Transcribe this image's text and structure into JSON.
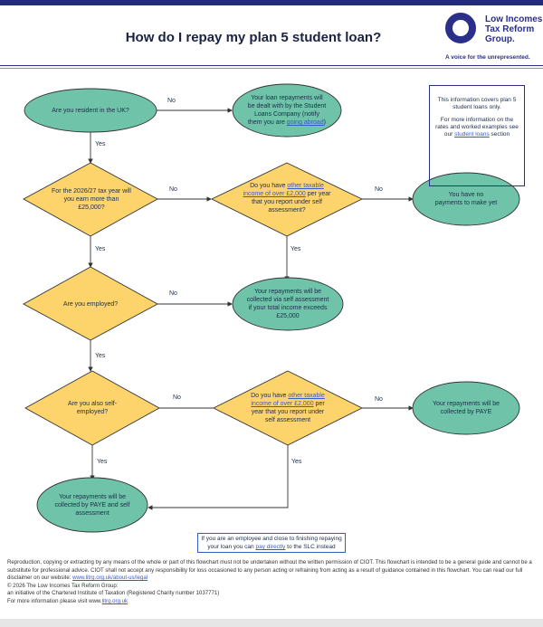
{
  "header": {
    "title": "How do I repay my plan 5 student loan?",
    "logo_line1": "Low Incomes",
    "logo_line2": "Tax Reform",
    "logo_line3": "Group.",
    "logo_tagline": "A voice for the unrepresented."
  },
  "nodes": {
    "resident_q": "Are you resident in the UK?",
    "slc_line1": "Your loan repayments will",
    "slc_line2": "be dealt with by the Student",
    "slc_line3": "Loans Company (notify",
    "slc_line4_pre": "them you are ",
    "slc_link": "going abroad",
    "slc_line4_post": ")",
    "earn_q": "For the 2026/27 tax year will you earn more than £25,000?",
    "other_income_q1_pre": "Do you have ",
    "other_income_q1_link": "other taxable income of over £2,000",
    "other_income_q1_post": " per year that you report under self assessment?",
    "no_payments": "You have no payments to make yet",
    "employed_q": "Are you employed?",
    "sa_collected": "Your repayments will be collected via self assessment if your total income exceeds £25,000",
    "self_employed_q": "Are you also self- employed?",
    "other_income_q2_pre": "Do you have ",
    "other_income_q2_link": "other taxable income of over £2,000",
    "other_income_q2_post": " per year that you report under self assessment",
    "paye_collected": "Your repayments will be collected by PAYE",
    "paye_sa_collected": "Your repayments will be collected by PAYE and self assessment"
  },
  "edges": {
    "no1": "No",
    "yes1": "Yes",
    "no2": "No",
    "no3": "No",
    "yes2": "Yes",
    "yes3": "Yes",
    "no4": "No",
    "yes4": "Yes",
    "no5": "No",
    "no6": "No",
    "yes5": "Yes",
    "yes6": "Yes"
  },
  "info_box": {
    "para1": "This information covers plan 5 student loans only.",
    "para2_pre": "For more information on the rates and worked examples see our ",
    "para2_link": "student loans",
    "para2_post": " section"
  },
  "note_box": {
    "pre": "If you are an employee and close to finishing repaying your loan you can ",
    "link": "pay directly",
    "post": " to the SLC instead"
  },
  "footer": {
    "line1": "Reproduction, copying or extracting by any means of the whole or part of this flowchart must not be undertaken without the written permission of CIOT. This flowchart is intended to be a general guide and cannot be a substitute for professional advice. CIOT shall not accept any responsibility for loss occasioned to any person acting or refraining from acting as a result of guidance contained in this flowchart. You can read our full disclaimer on our website: ",
    "line1_link": "www.litrg.org.uk/about-us/legal",
    "line2": "© 2026 The Low Incomes Tax Reform Group:",
    "line3": "an initiative of the Chartered Institute of Taxation (Registered Charity number 1037771)",
    "line4_pre": "For more information please visit www.",
    "line4_link": "litrg.org.uk"
  },
  "colors": {
    "ellipse_fill": "#6fc3a9",
    "diamond_fill": "#fcd46b",
    "brand": "#2a2f8a",
    "link": "#3a5bc7"
  }
}
